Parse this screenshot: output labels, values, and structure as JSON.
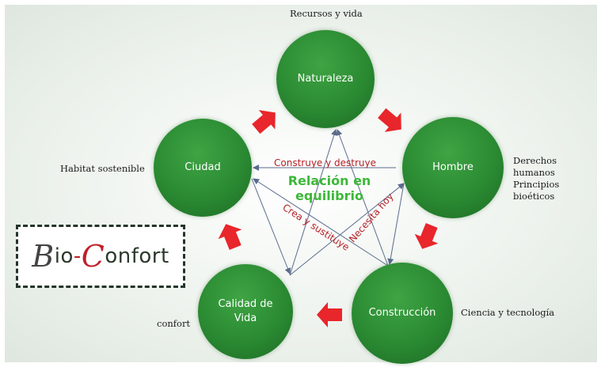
{
  "nodes": {
    "naturaleza": "Naturaleza",
    "hombre": "Hombre",
    "construccion": "Construcción",
    "calidad": "Calidad de\nVida",
    "ciudad": "Ciudad"
  },
  "outer_labels": {
    "naturaleza": "Recursos y vida",
    "hombre": "Derechos humanos\nPrincipios bioéticos",
    "construccion": "Ciencia y tecnología",
    "calidad": "confort",
    "ciudad": "Habitat sostenible"
  },
  "center_label": "Relación en\nequilibrio",
  "relations": {
    "construye": "Construye y destruye",
    "necesita": "Necesita hoy",
    "crea": "Crea y sustituye"
  },
  "logo": {
    "initial1": "B",
    "text1": "io",
    "dash": "-",
    "initial2": "C",
    "text2": "onfort"
  },
  "colors": {
    "node_green": "#2a8a32",
    "arrow_red": "#e8262b",
    "relation_red": "#b52027",
    "center_green": "#3db839"
  }
}
